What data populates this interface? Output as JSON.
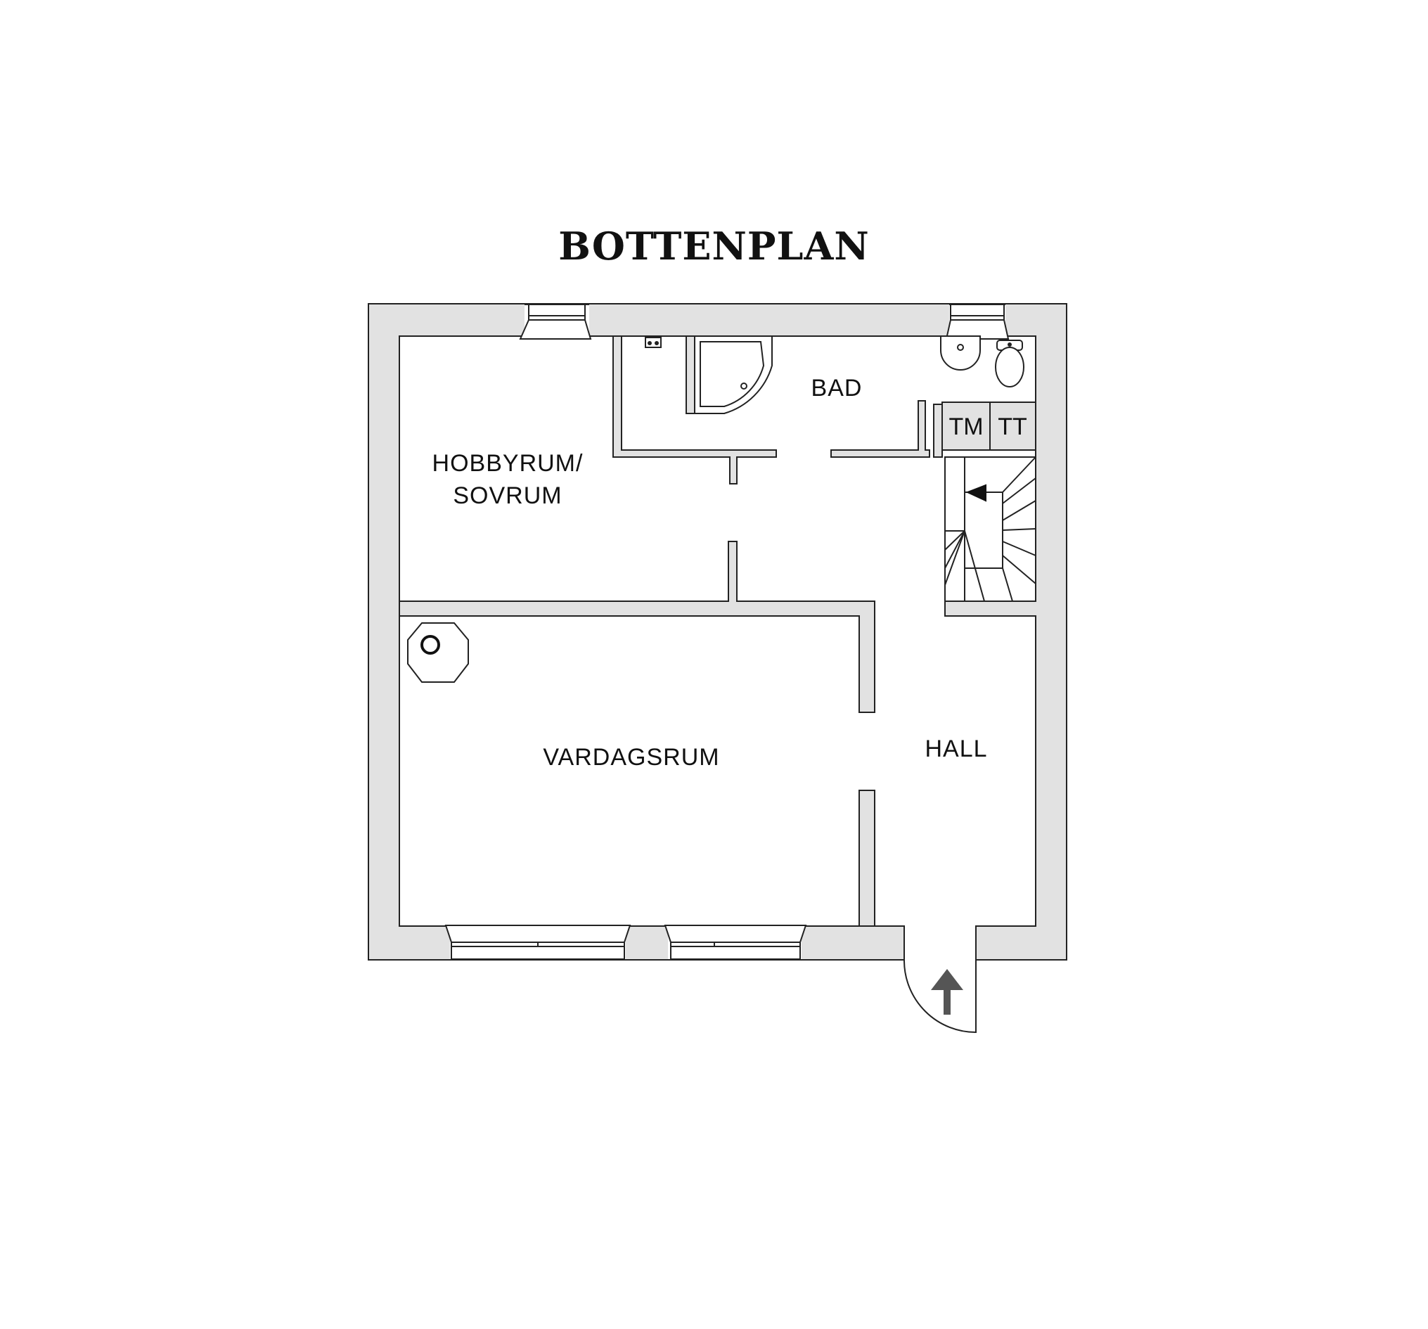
{
  "title": "BOTTENPLAN",
  "rooms": {
    "hobbyrum_line1": "HOBBYRUM/",
    "hobbyrum_line2": "SOVRUM",
    "bad": "BAD",
    "vardagsrum": "VARDAGSRUM",
    "hall": "HALL",
    "tm": "TM",
    "tt": "TT"
  },
  "colors": {
    "wall_fill": "#e2e2e2",
    "line": "#222222",
    "arrow": "#555555",
    "background": "#ffffff"
  },
  "icons": {
    "stairs": "staircase-icon",
    "bathtub": "corner-bathtub-icon",
    "sink": "washbasin-icon",
    "toilet": "toilet-icon",
    "stove": "fireplace-icon",
    "entrance": "entrance-arrow-icon"
  }
}
